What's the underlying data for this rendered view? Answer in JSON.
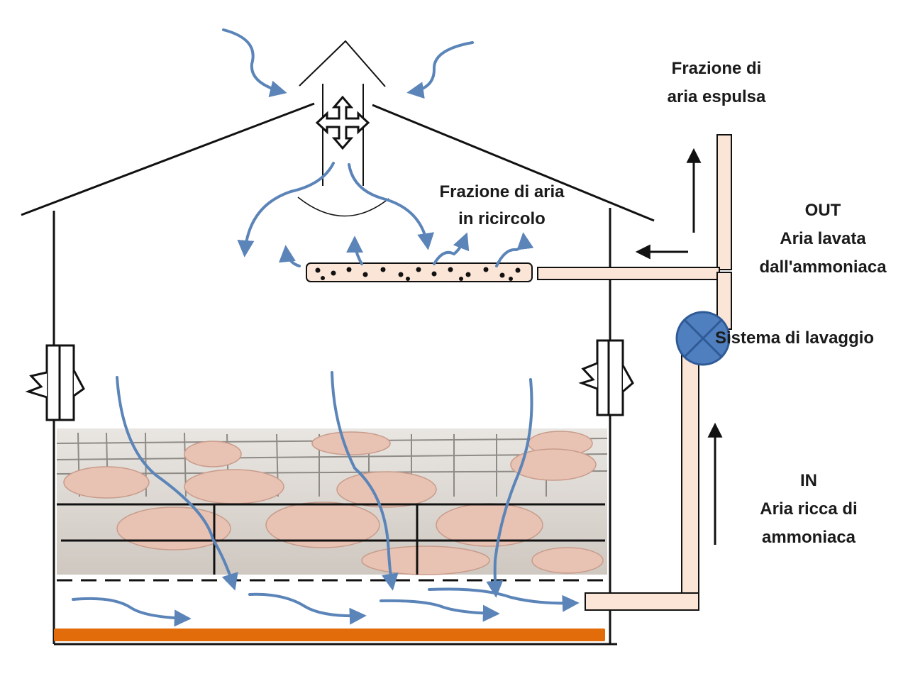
{
  "labels": {
    "expelled": [
      "Frazione di",
      "aria espulsa"
    ],
    "recirculated": [
      "Frazione di aria",
      "in ricircolo"
    ],
    "out": [
      "OUT",
      "Aria lavata",
      "dall'ammoniaca"
    ],
    "washing_system": "Sistema di lavaggio",
    "in": [
      "IN",
      "Aria ricca di",
      "ammoniaca"
    ]
  },
  "colors": {
    "airflow": "#5b84b8",
    "pipe_fill": "#fbe5d6",
    "scrubber": "#4f7fbf",
    "manure_pit": "#e36c0a",
    "outline": "#111111"
  },
  "icons": {
    "ridge_fan": "four-way-arrow-icon",
    "side_vents": "vent-shutter-icon",
    "scrubber": "crossed-circle-icon",
    "pen_photo": "pigs-in-pen-illustration"
  }
}
